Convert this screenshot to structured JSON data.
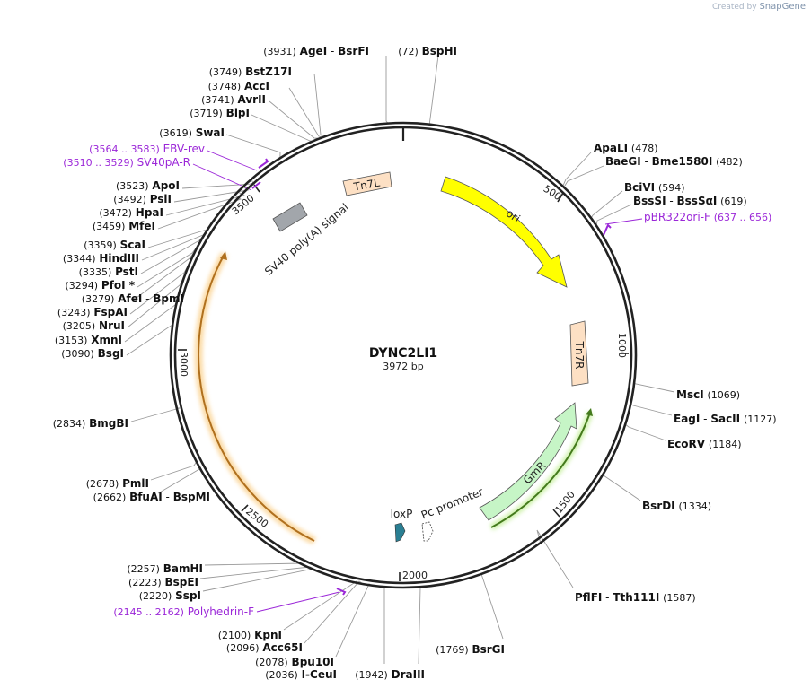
{
  "watermark": {
    "prefix": "Created by",
    "brand": "SnapGene"
  },
  "plasmid": {
    "name": "DYNC2LI1",
    "length_label": "3972 bp",
    "length": 3972
  },
  "ticks": [
    "500",
    "1000",
    "1500",
    "2000",
    "2500",
    "3000",
    "3500"
  ],
  "enzymes": [
    {
      "id": "agei",
      "pos": "(3931)",
      "name": "AgeI",
      "name2": "BsrFI"
    },
    {
      "id": "bsphi",
      "pos": "(72)",
      "name": "BspHI"
    },
    {
      "id": "bstz17i",
      "pos": "(3749)",
      "name": "BstZ17I"
    },
    {
      "id": "acci",
      "pos": "(3748)",
      "name": "AccI"
    },
    {
      "id": "avrii",
      "pos": "(3741)",
      "name": "AvrII"
    },
    {
      "id": "blpi",
      "pos": "(3719)",
      "name": "BlpI"
    },
    {
      "id": "swai",
      "pos": "(3619)",
      "name": "SwaI"
    },
    {
      "id": "apali",
      "pos": "(478)",
      "name": "ApaLI"
    },
    {
      "id": "baegi",
      "pos": "(482)",
      "name": "BaeGI",
      "name2": "Bme1580I"
    },
    {
      "id": "bcivi",
      "pos": "(594)",
      "name": "BciVI"
    },
    {
      "id": "bsssi",
      "pos": "(619)",
      "name": "BssSI",
      "name2": "BssSαI"
    },
    {
      "id": "apoi",
      "pos": "(3523)",
      "name": "ApoI"
    },
    {
      "id": "psii",
      "pos": "(3492)",
      "name": "PsiI"
    },
    {
      "id": "hpai",
      "pos": "(3472)",
      "name": "HpaI"
    },
    {
      "id": "mfei",
      "pos": "(3459)",
      "name": "MfeI"
    },
    {
      "id": "scai",
      "pos": "(3359)",
      "name": "ScaI"
    },
    {
      "id": "hindiii",
      "pos": "(3344)",
      "name": "HindIII"
    },
    {
      "id": "psti",
      "pos": "(3335)",
      "name": "PstI"
    },
    {
      "id": "pfoi",
      "pos": "(3294)",
      "name": "PfoI *"
    },
    {
      "id": "afei",
      "pos": "(3279)",
      "name": "AfeI",
      "name2": "BpmI"
    },
    {
      "id": "fspai",
      "pos": "(3243)",
      "name": "FspAI"
    },
    {
      "id": "nrui",
      "pos": "(3205)",
      "name": "NruI"
    },
    {
      "id": "xmni",
      "pos": "(3153)",
      "name": "XmnI"
    },
    {
      "id": "bsgi",
      "pos": "(3090)",
      "name": "BsgI"
    },
    {
      "id": "msci",
      "pos": "(1069)",
      "name": "MscI"
    },
    {
      "id": "eagi",
      "pos": "(1127)",
      "name": "EagI",
      "name2": "SacII"
    },
    {
      "id": "ecorv",
      "pos": "(1184)",
      "name": "EcoRV"
    },
    {
      "id": "bmgbi",
      "pos": "(2834)",
      "name": "BmgBI"
    },
    {
      "id": "pmli",
      "pos": "(2678)",
      "name": "PmlI"
    },
    {
      "id": "bfuai",
      "pos": "(2662)",
      "name": "BfuAI",
      "name2": "BspMI"
    },
    {
      "id": "bsrdi",
      "pos": "(1334)",
      "name": "BsrDI"
    },
    {
      "id": "pflfi",
      "pos": "(1587)",
      "name": "PflFI",
      "name2": "Tth111I"
    },
    {
      "id": "bamhi",
      "pos": "(2257)",
      "name": "BamHI"
    },
    {
      "id": "bspei",
      "pos": "(2223)",
      "name": "BspEI"
    },
    {
      "id": "sspi",
      "pos": "(2220)",
      "name": "SspI"
    },
    {
      "id": "kpni",
      "pos": "(2100)",
      "name": "KpnI"
    },
    {
      "id": "acc65i",
      "pos": "(2096)",
      "name": "Acc65I"
    },
    {
      "id": "bpu10i",
      "pos": "(2078)",
      "name": "Bpu10I"
    },
    {
      "id": "iceui",
      "pos": "(2036)",
      "name": "I-CeuI"
    },
    {
      "id": "draiii",
      "pos": "(1942)",
      "name": "DraIII"
    },
    {
      "id": "bsrgi",
      "pos": "(1769)",
      "name": "BsrGI"
    }
  ],
  "primers": [
    {
      "id": "ebv-rev",
      "pos": "(3564 .. 3583)",
      "name": "EBV-rev"
    },
    {
      "id": "sv40pa-r",
      "pos": "(3510 .. 3529)",
      "name": "SV40pA-R"
    },
    {
      "id": "pbr322ori-f",
      "name": "pBR322ori-F",
      "pos": "(637 .. 656)"
    },
    {
      "id": "polyhedrin-f",
      "pos": "(2145 .. 2162)",
      "name": "Polyhedrin-F"
    }
  ],
  "features": [
    {
      "id": "tn7l",
      "label": "Tn7L"
    },
    {
      "id": "ori",
      "label": "ori"
    },
    {
      "id": "tn7r",
      "label": "Tn7R"
    },
    {
      "id": "gmr",
      "label": "GmR"
    },
    {
      "id": "pc-promoter",
      "label": "Pc promoter"
    },
    {
      "id": "loxp",
      "label": "loxP"
    },
    {
      "id": "sv40-polya",
      "label": "SV40 poly(A) signal"
    }
  ],
  "colors": {
    "backbone": "#222222",
    "ori": "#ffff00",
    "tn7": "#fde0c4",
    "gmr": "#c6f5c6",
    "gentamicin_line": "#447a1c",
    "orf_line": "#b0701e",
    "orf_glow": "#fbd79c",
    "loxp": "#2a7f93",
    "sv40": "#a2a6ab",
    "primer": "#9b27d8"
  }
}
